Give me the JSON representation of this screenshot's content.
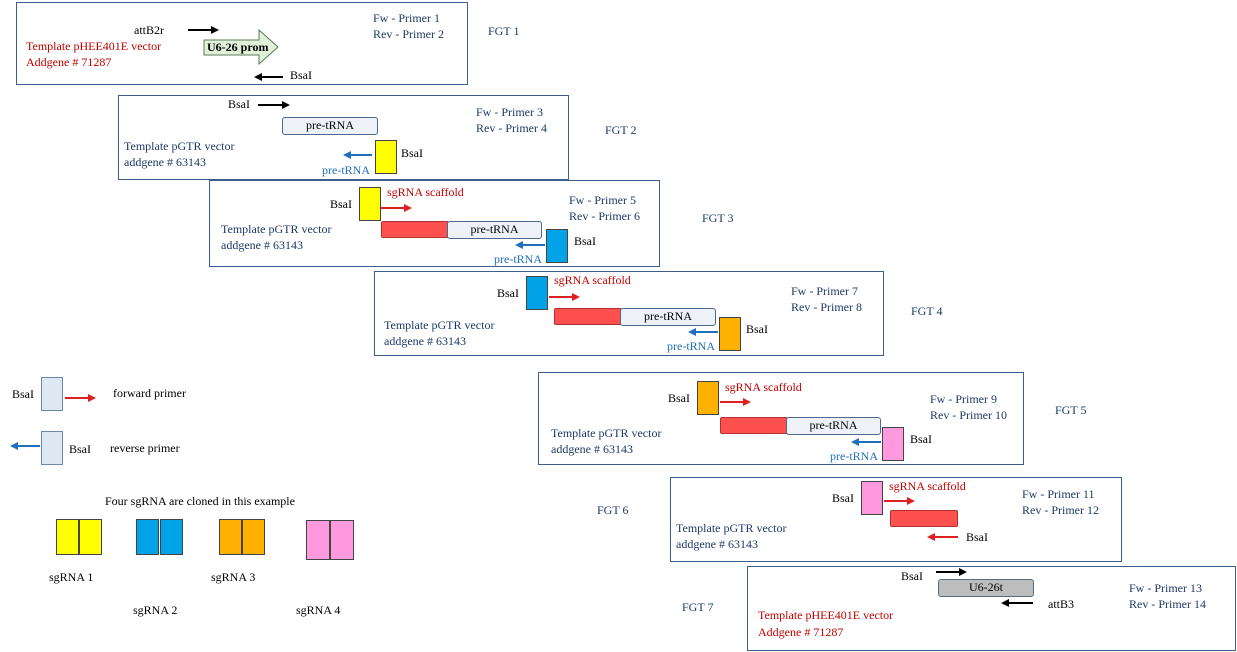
{
  "colors": {
    "yellow": "#ffff00",
    "blue": "#00a2e8",
    "orange": "#ffb000",
    "pink": "#ff99dd",
    "legend_box": "#dde8f4",
    "scaffold": "#ff5050",
    "black_arrow": "#000000",
    "red_arrow": "#e02020",
    "blue_arrow": "#1f6fbf"
  },
  "fgt1": {
    "label": "FGT 1",
    "attb": "attB2r",
    "promoter": "U6-26 prom",
    "bsai": "BsaI",
    "template": "Template pHEE401E  vector",
    "addgene": "Addgene # 71287",
    "fw": "Fw - Primer  1",
    "rev": "Rev - Primer  2"
  },
  "fgt2": {
    "label": "FGT 2",
    "bsai_top": "BsaI",
    "trna": "pre-tRNA",
    "bsai_right": "BsaI",
    "trna_small": "pre-tRNA",
    "template": "Template pGTR vector",
    "addgene": "addgene # 63143",
    "fw": "Fw - Primer  3",
    "rev": "Rev - Primer  4"
  },
  "fgt3": {
    "label": "FGT 3",
    "bsai_left": "BsaI",
    "scaffold": "sgRNA scaffold",
    "trna": "pre-tRNA",
    "bsai_right": "BsaI",
    "trna_small": "pre-tRNA",
    "template": "Template pGTR vector",
    "addgene": "addgene # 63143",
    "fw": "Fw - Primer  5",
    "rev": "Rev - Primer  6"
  },
  "fgt4": {
    "label": "FGT 4",
    "bsai_left": "BsaI",
    "scaffold": "sgRNA scaffold",
    "trna": "pre-tRNA",
    "bsai_right": "BsaI",
    "trna_small": "pre-tRNA",
    "template": "Template pGTR vector",
    "addgene": "addgene # 63143",
    "fw": "Fw - Primer  7",
    "rev": "Rev - Primer  8"
  },
  "fgt5": {
    "label": "FGT 5",
    "bsai_left": "BsaI",
    "scaffold": "sgRNA scaffold",
    "trna": "pre-tRNA",
    "bsai_right": "BsaI",
    "trna_small": "pre-tRNA",
    "template": "Template pGTR vector",
    "addgene": "addgene # 63143",
    "fw": "Fw - Primer  9",
    "rev": "Rev - Primer  10"
  },
  "fgt6": {
    "label": "FGT 6",
    "bsai_left": "BsaI",
    "scaffold": "sgRNA scaffold",
    "bsai_right": "BsaI",
    "template": "Template pGTR vector",
    "addgene": "addgene # 63143",
    "fw": "Fw - Primer  11",
    "rev": "Rev - Primer  12"
  },
  "fgt7": {
    "label": "FGT 7",
    "bsai": "BsaI",
    "terminator": "U6-26t",
    "attb": "attB3",
    "template": "Template pHEE401E  vector",
    "addgene": "Addgene # 71287",
    "fw": "Fw - Primer  13",
    "rev": "Rev - Primer  14"
  },
  "legend": {
    "fwd_bsai": "BsaI",
    "fwd_label": "forward primer",
    "rev_bsai": "BsaI",
    "rev_label": "reverse primer",
    "example_title": "Four sgRNA are cloned in this example",
    "sgrna1": "sgRNA 1",
    "sgrna2": "sgRNA 2",
    "sgrna3": "sgRNA 3",
    "sgrna4": "sgRNA 4"
  }
}
